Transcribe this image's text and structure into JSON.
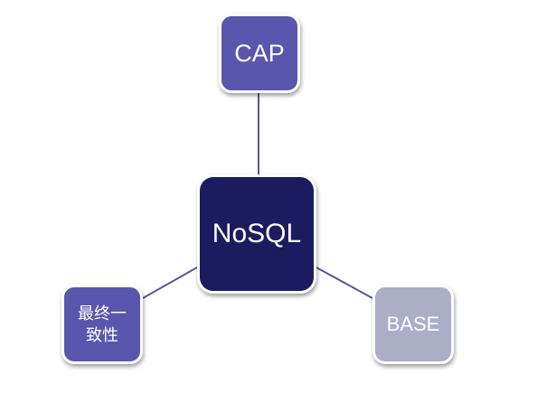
{
  "nodes": {
    "center": {
      "label": "NoSQL",
      "color": "#1c1b5f"
    },
    "top": {
      "label": "CAP",
      "color": "#5a56ad"
    },
    "left": {
      "label": "最终一致性",
      "color": "#5a56ad"
    },
    "right": {
      "label": "BASE",
      "color": "#acadc7"
    }
  },
  "colors": {
    "connector": "#5a5894",
    "border": "#ffffff",
    "background": "#ffffff"
  }
}
